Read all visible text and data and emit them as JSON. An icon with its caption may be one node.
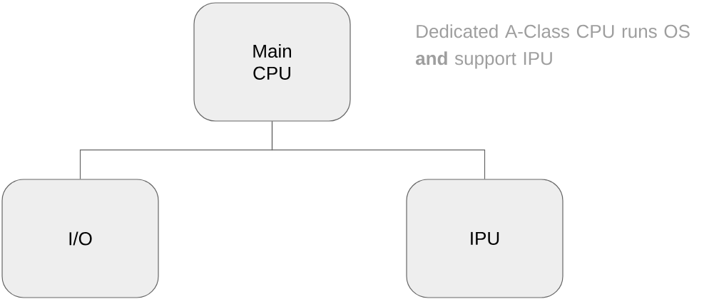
{
  "diagram": {
    "nodes": [
      {
        "text": [
          "Main CPU"
        ]
      },
      {
        "text": [
          "I/O"
        ]
      },
      {
        "text": [
          "IPU"
        ]
      }
    ],
    "edges": [
      {
        "from": 0,
        "to": 1,
        "arrow": "none"
      },
      {
        "from": 0,
        "to": 2,
        "arrow": "none"
      }
    ],
    "labels": [
      "Dedicated A-Class CPU runs OS **and** support IPU"
    ]
  }
}
